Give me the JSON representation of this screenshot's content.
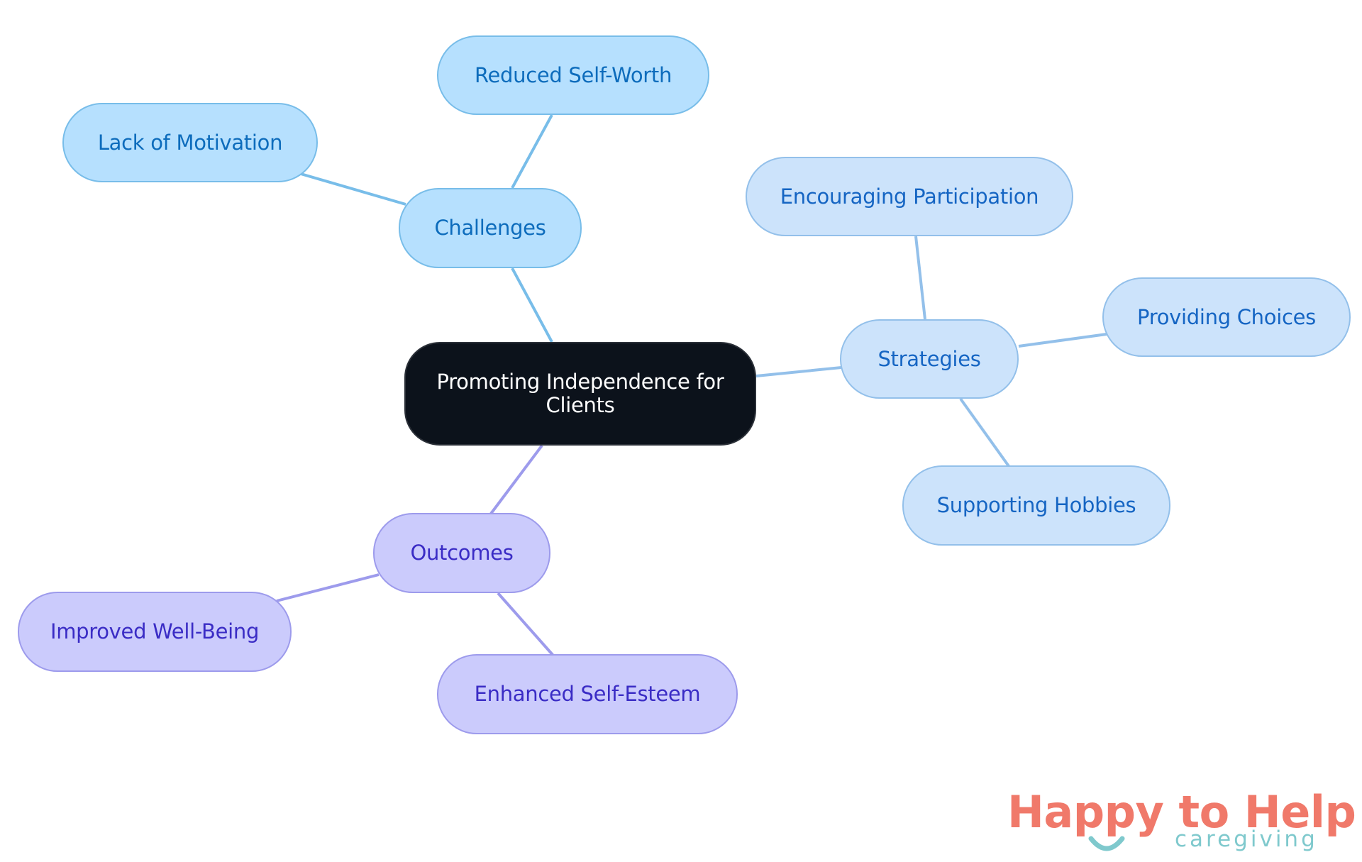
{
  "colors": {
    "root_fill": "#0c121b",
    "challenges_branch": "#78bde9",
    "strategies_branch": "#93c0ea",
    "outcomes_branch": "#9d9bec",
    "logo_primary": "#f0796a",
    "logo_secondary": "#7fc9cd"
  },
  "mindmap": {
    "root": {
      "label": "Promoting Independence for Clients"
    },
    "branches": [
      {
        "label": "Challenges",
        "children": [
          "Reduced Self-Worth",
          "Lack of Motivation"
        ]
      },
      {
        "label": "Strategies",
        "children": [
          "Encouraging Participation",
          "Providing Choices",
          "Supporting Hobbies"
        ]
      },
      {
        "label": "Outcomes",
        "children": [
          "Improved Well-Being",
          "Enhanced Self-Esteem"
        ]
      }
    ]
  },
  "logo": {
    "main": "Happy to Help",
    "sub": "caregiving"
  }
}
